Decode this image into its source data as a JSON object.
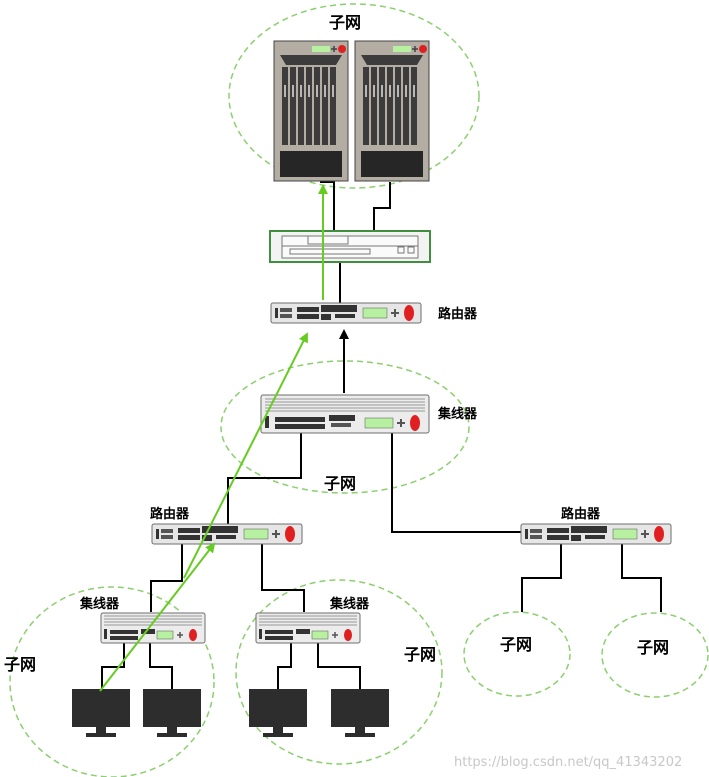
{
  "labels": {
    "subnet": "子网",
    "router": "路由器",
    "hub": "集线器"
  },
  "watermark": "https://blog.csdn.net/qq_41343202",
  "colors": {
    "subnet_border": "#8ccf6e",
    "path_arrow": "#66cc22",
    "link": "#000000",
    "device_body": "#e6e6e6",
    "device_led": "#e02020",
    "device_display": "#b7f0a0",
    "server_body": "#b4ada3",
    "server_dark": "#3c3c3c",
    "switch_border": "#3f8f3f"
  },
  "icons": [
    "server-rack-icon",
    "switch-icon",
    "router-icon",
    "hub-icon",
    "monitor-icon"
  ]
}
